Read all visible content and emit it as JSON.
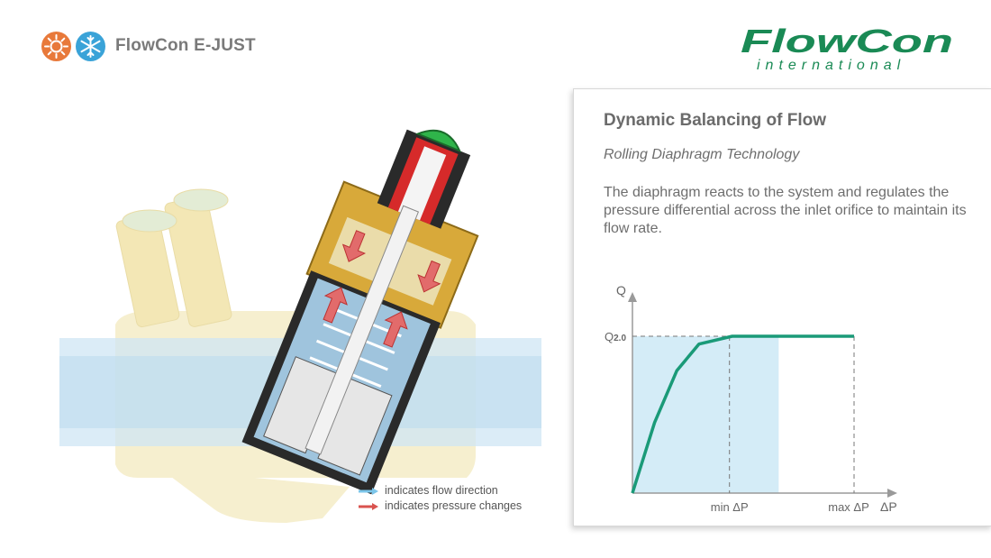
{
  "header": {
    "product_title": "FlowCon E-JUST",
    "heating_icon": "sun-icon",
    "cooling_icon": "snowflake-icon",
    "heating_color": "#e8793a",
    "cooling_color": "#3aa3d8"
  },
  "logo": {
    "brand": "FlowCon",
    "tagline": "international",
    "color": "#1a8a55"
  },
  "legend": {
    "flow_label": "indicates flow direction",
    "pressure_label": "indicates pressure changes",
    "flow_color": "#7cc6ea",
    "pressure_color": "#d9534f"
  },
  "panel": {
    "title": "Dynamic Balancing of Flow",
    "subtitle": "Rolling Diaphragm Technology",
    "description": "The diaphragm reacts to the system and regulates the pressure differential across the inlet orifice to maintain its flow rate."
  },
  "chart_data": {
    "type": "line",
    "ylabel": "Q",
    "xlabel": "ΔP",
    "y_tick_label": "Q2.0",
    "x_tick_labels": [
      "min ΔP",
      "max ΔP"
    ],
    "series": [
      {
        "x": [
          0,
          0.1,
          0.2,
          0.3,
          0.45,
          1.0
        ],
        "y": [
          0,
          0.45,
          0.78,
          0.95,
          1.0,
          1.0
        ]
      }
    ],
    "shaded_region": {
      "x_from": 0,
      "x_to": 0.66
    },
    "line_color": "#1a9a78",
    "shade_color": "#d4ecf7"
  }
}
